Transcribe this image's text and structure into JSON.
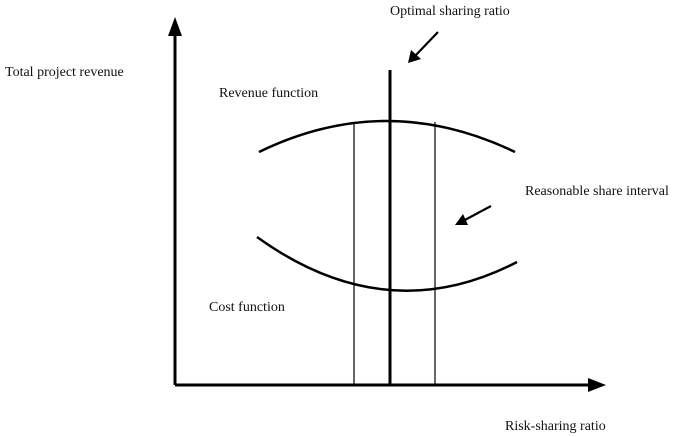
{
  "diagram": {
    "y_axis_label": "Total project revenue",
    "x_axis_label": "Risk-sharing ratio",
    "revenue_function_label": "Revenue function",
    "cost_function_label": "Cost function",
    "optimal_ratio_label": "Optimal sharing ratio",
    "interval_label": "Reasonable share interval"
  },
  "colors": {
    "stroke": "#000000",
    "text": "#111111",
    "background": "#ffffff"
  }
}
